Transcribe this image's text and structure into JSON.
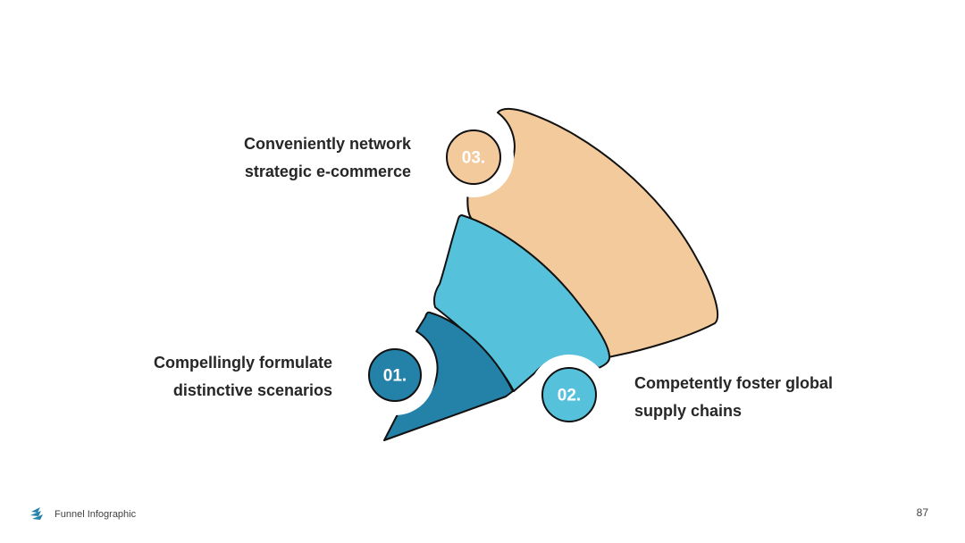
{
  "colors": {
    "stage_01": "#2481a8",
    "stage_02": "#56c1db",
    "stage_03": "#f2ca9b",
    "outline": "#111111",
    "text": "#262626"
  },
  "stages": [
    {
      "number": "01.",
      "text_line1": "Compellingly formulate",
      "text_line2": "distinctive scenarios"
    },
    {
      "number": "02.",
      "text_line1": "Competently foster global",
      "text_line2": "supply chains"
    },
    {
      "number": "03.",
      "text_line1": "Conveniently network",
      "text_line2": "strategic e-commerce"
    }
  ],
  "footer": {
    "title": "Funnel Infographic",
    "page_number": "87",
    "logo_icon": "stacked-triangles-logo-icon"
  }
}
